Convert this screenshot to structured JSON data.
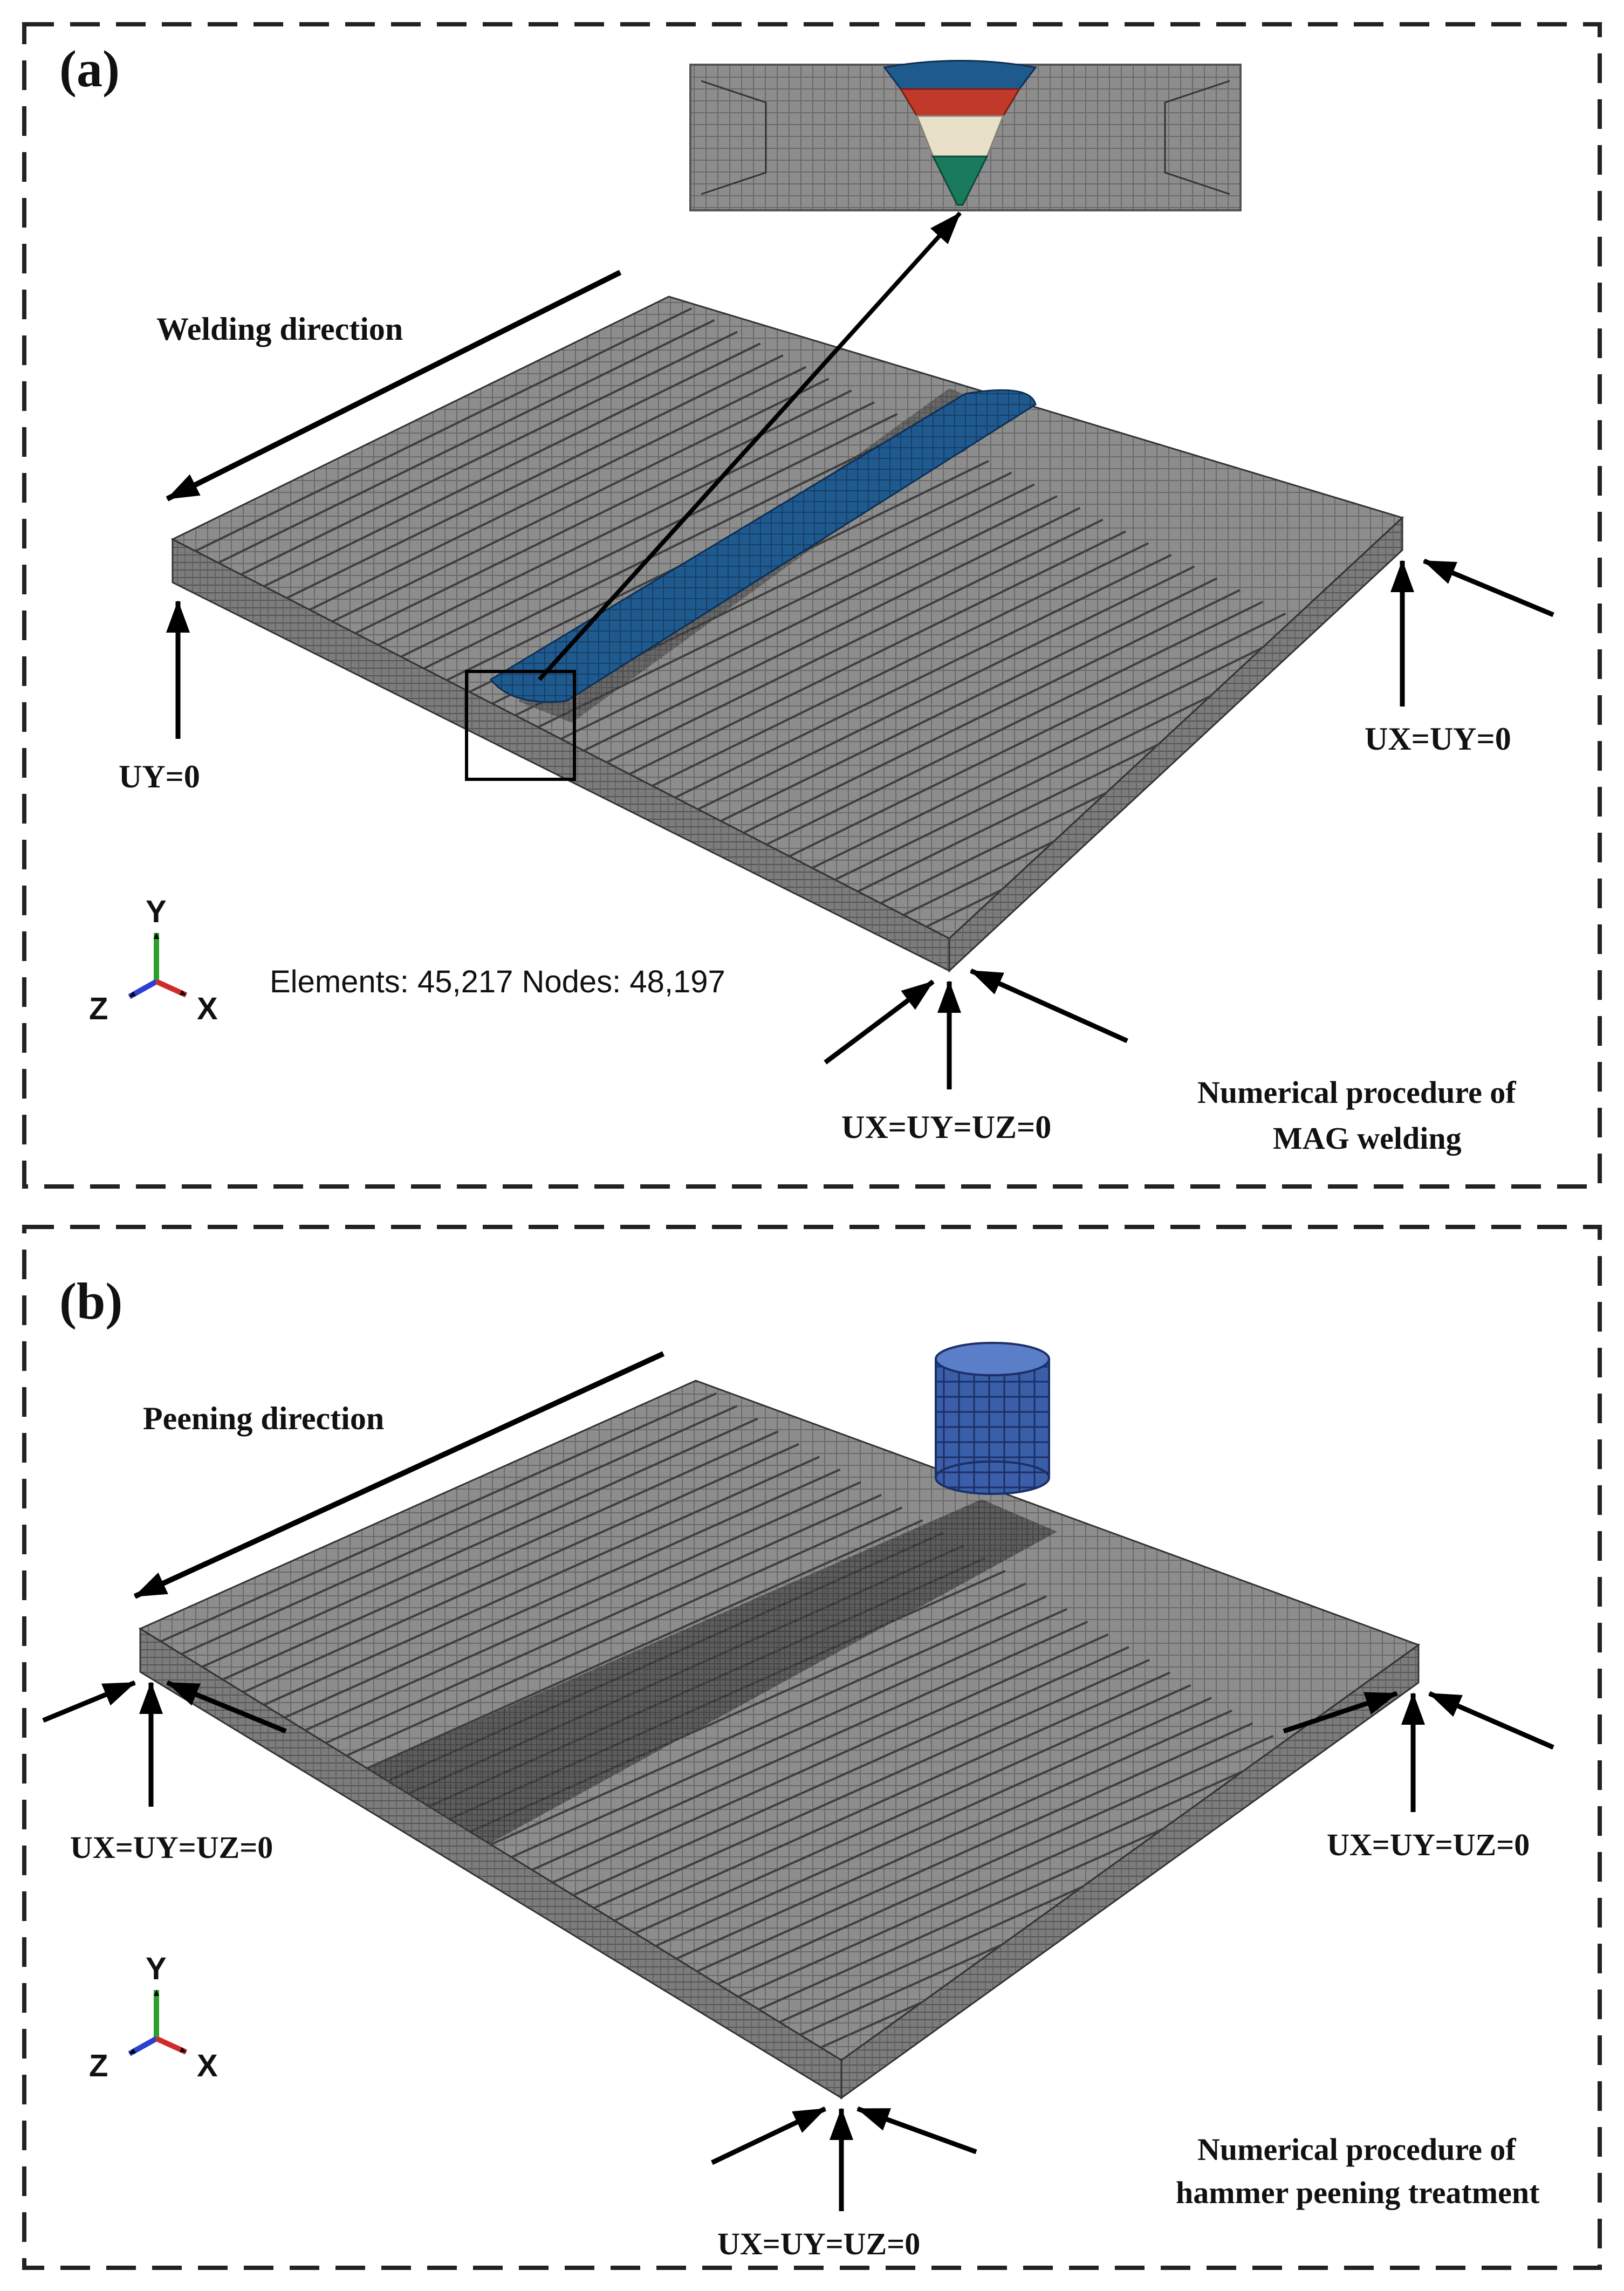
{
  "panel_a": {
    "label": "(a)",
    "direction": "Welding direction",
    "bc_left": "UY=0",
    "bc_right": "UX=UY=0",
    "bc_bottom": "UX=UY=UZ=0",
    "mesh_stats": "Elements: 45,217  Nodes: 48,197",
    "caption_line1": "Numerical procedure of",
    "caption_line2": "MAG welding"
  },
  "panel_b": {
    "label": "(b)",
    "direction": "Peening direction",
    "bc_left": "UX=UY=UZ=0",
    "bc_right": "UX=UY=UZ=0",
    "bc_bottom": "UX=UY=UZ=0",
    "caption_line1": "Numerical procedure of",
    "caption_line2": "hammer peening treatment"
  },
  "axes": {
    "y": "Y",
    "z": "Z",
    "x": "X"
  },
  "colors": {
    "mesh_gray": "#8a8a8a",
    "weld_blue": "#1f5a8f",
    "pass_red": "#c0392b",
    "pass_cream": "#e8e0c8",
    "pass_green": "#1a7a5e",
    "hammer_blue": "#3a5ea8",
    "axis_green": "#2aa02a",
    "axis_blue": "#2b3fd0",
    "axis_red": "#d02b2b"
  }
}
